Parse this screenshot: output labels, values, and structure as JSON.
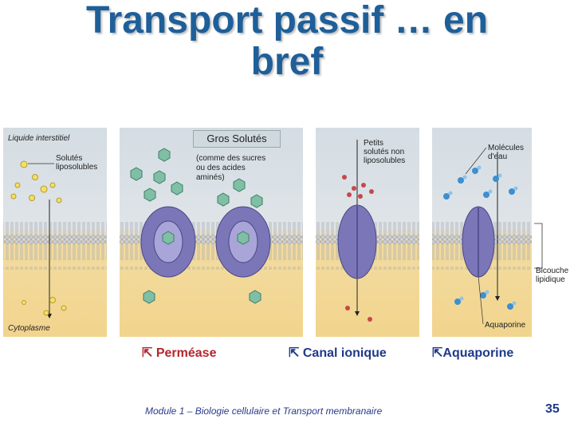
{
  "slide": {
    "title_line1": "Transport passif … en",
    "title_line2": "bref",
    "footer": "Module 1 – Biologie cellulaire et Transport membranaire",
    "page_number": "35"
  },
  "figure": {
    "liquide_interstitiel": "Liquide interstitiel",
    "cytoplasme": "Cytoplasme",
    "solutes_liposolubles_1": "Solutés",
    "solutes_liposolubles_2": "liposolubles",
    "gros_solutes": "Gros Solutés",
    "gros_desc_1": "(comme des sucres",
    "gros_desc_2": "ou des acides",
    "gros_desc_3": "aminés)",
    "petits_1": "Petits",
    "petits_2": "solutés non",
    "petits_3": "liposolubles",
    "eau_1": "Molécules",
    "eau_2": "d'eau",
    "bicouche_1": "Bicouche",
    "bicouche_2": "lipidique",
    "aquaporine_label": "Aquaporine"
  },
  "captions": {
    "permease": "Perméase",
    "canal": "Canal ionique",
    "aquaporine": "Aquaporine",
    "arrow_glyph": "⇱"
  },
  "colors": {
    "title": "#1f5f99",
    "caption_red": "#b3262e",
    "caption_blue": "#1f3a8a",
    "membrane_head": "#c7ccd6",
    "protein": "#7a76b8",
    "panel_top": "#d4dde3",
    "panel_bottom": "#f3dca0"
  }
}
